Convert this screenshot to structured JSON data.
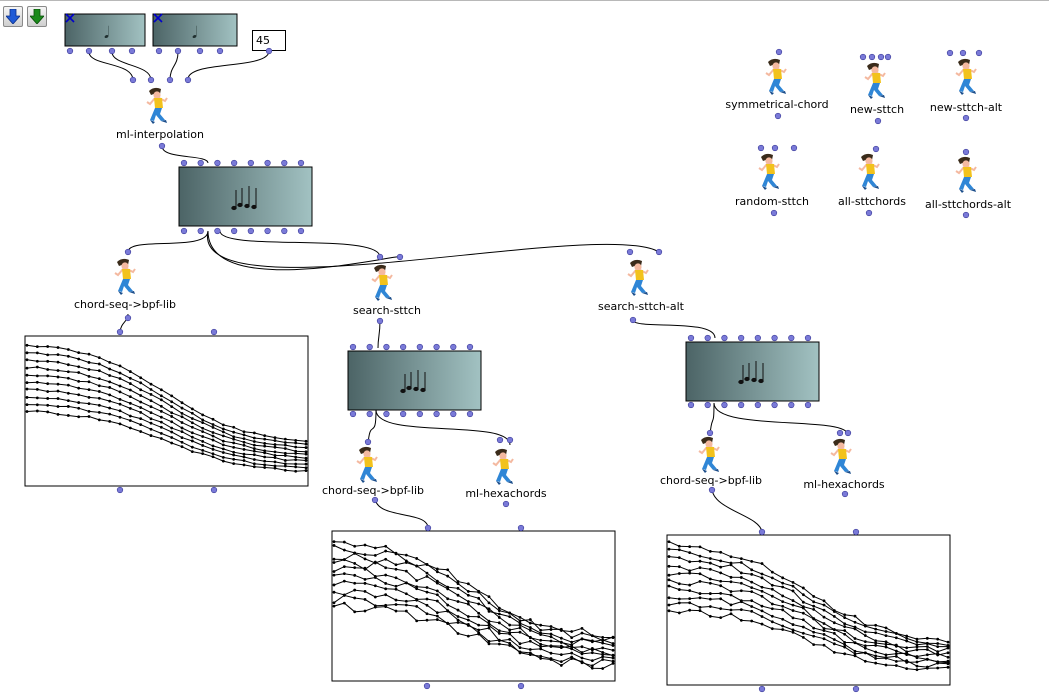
{
  "toolbar": {
    "buttons": [
      {
        "icon": "arrow-down-blue-icon",
        "color": "#1f5ad6"
      },
      {
        "icon": "arrow-down-green-icon",
        "color": "#1a8a1a"
      }
    ]
  },
  "number_box": {
    "value": "45"
  },
  "functions": {
    "ml_interpolation": "ml-interpolation",
    "chord_seq_bpf_1": "chord-seq->bpf-lib",
    "search_sttch": "search-sttch",
    "search_sttch_alt": "search-sttch-alt",
    "chord_seq_bpf_2": "chord-seq->bpf-lib",
    "ml_hexachords_1": "ml-hexachords",
    "chord_seq_bpf_3": "chord-seq->bpf-lib",
    "ml_hexachords_2": "ml-hexachords",
    "symmetrical_chord": "symmetrical-chord",
    "new_sttch": "new-sttch",
    "new_sttch_alt": "new-sttch-alt",
    "random_sttch": "random-sttch",
    "all_sttchords": "all-sttchords",
    "all_sttchords_alt": "all-sttchords-alt"
  },
  "colors": {
    "inlet": "#7a7ad8",
    "box_dark": "#4c6466",
    "box_light": "#9fbfbf",
    "connection": "#000000",
    "close_mark": "#0000cc"
  }
}
